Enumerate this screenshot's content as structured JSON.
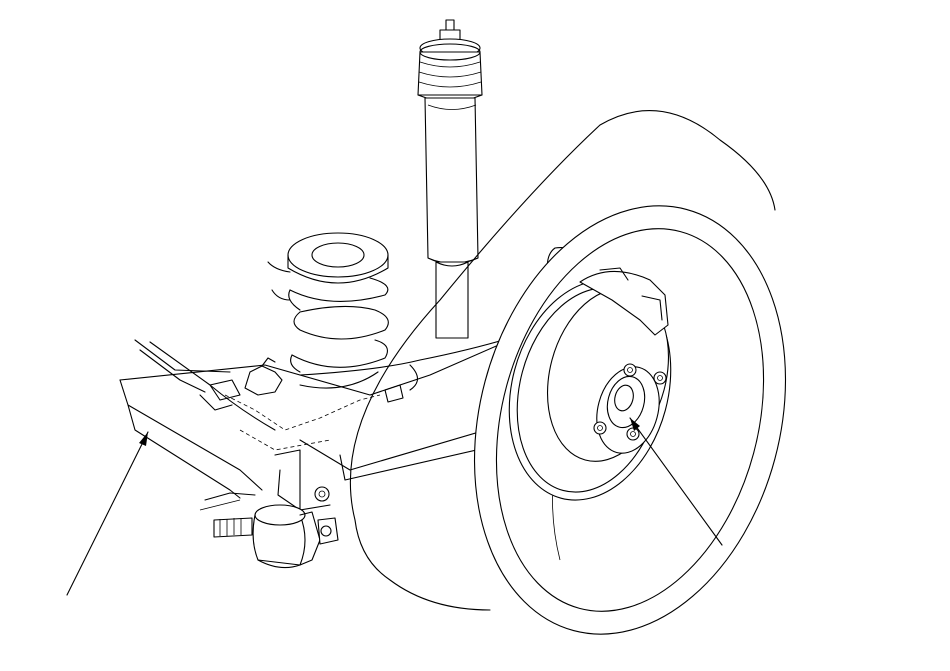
{
  "diagram": {
    "components": [
      {
        "id": "wheel-tire",
        "icon": "tire-icon"
      },
      {
        "id": "brake-disc",
        "icon": "disc-icon"
      },
      {
        "id": "wheel-hub",
        "icon": "hub-icon"
      },
      {
        "id": "shock-absorber",
        "icon": "damper-icon"
      },
      {
        "id": "coil-spring",
        "icon": "spring-icon"
      },
      {
        "id": "trailing-arm",
        "icon": "arm-icon"
      },
      {
        "id": "axle-beam",
        "icon": "beam-icon"
      },
      {
        "id": "pivot-bushing",
        "icon": "bushing-icon"
      },
      {
        "id": "brake-line",
        "icon": "hose-icon"
      }
    ],
    "leaders": [
      {
        "id": "leader-axle-beam",
        "target": "axle-beam"
      },
      {
        "id": "leader-wheel-hub",
        "target": "wheel-hub"
      }
    ],
    "line_color": "#000000",
    "background": "#ffffff"
  }
}
